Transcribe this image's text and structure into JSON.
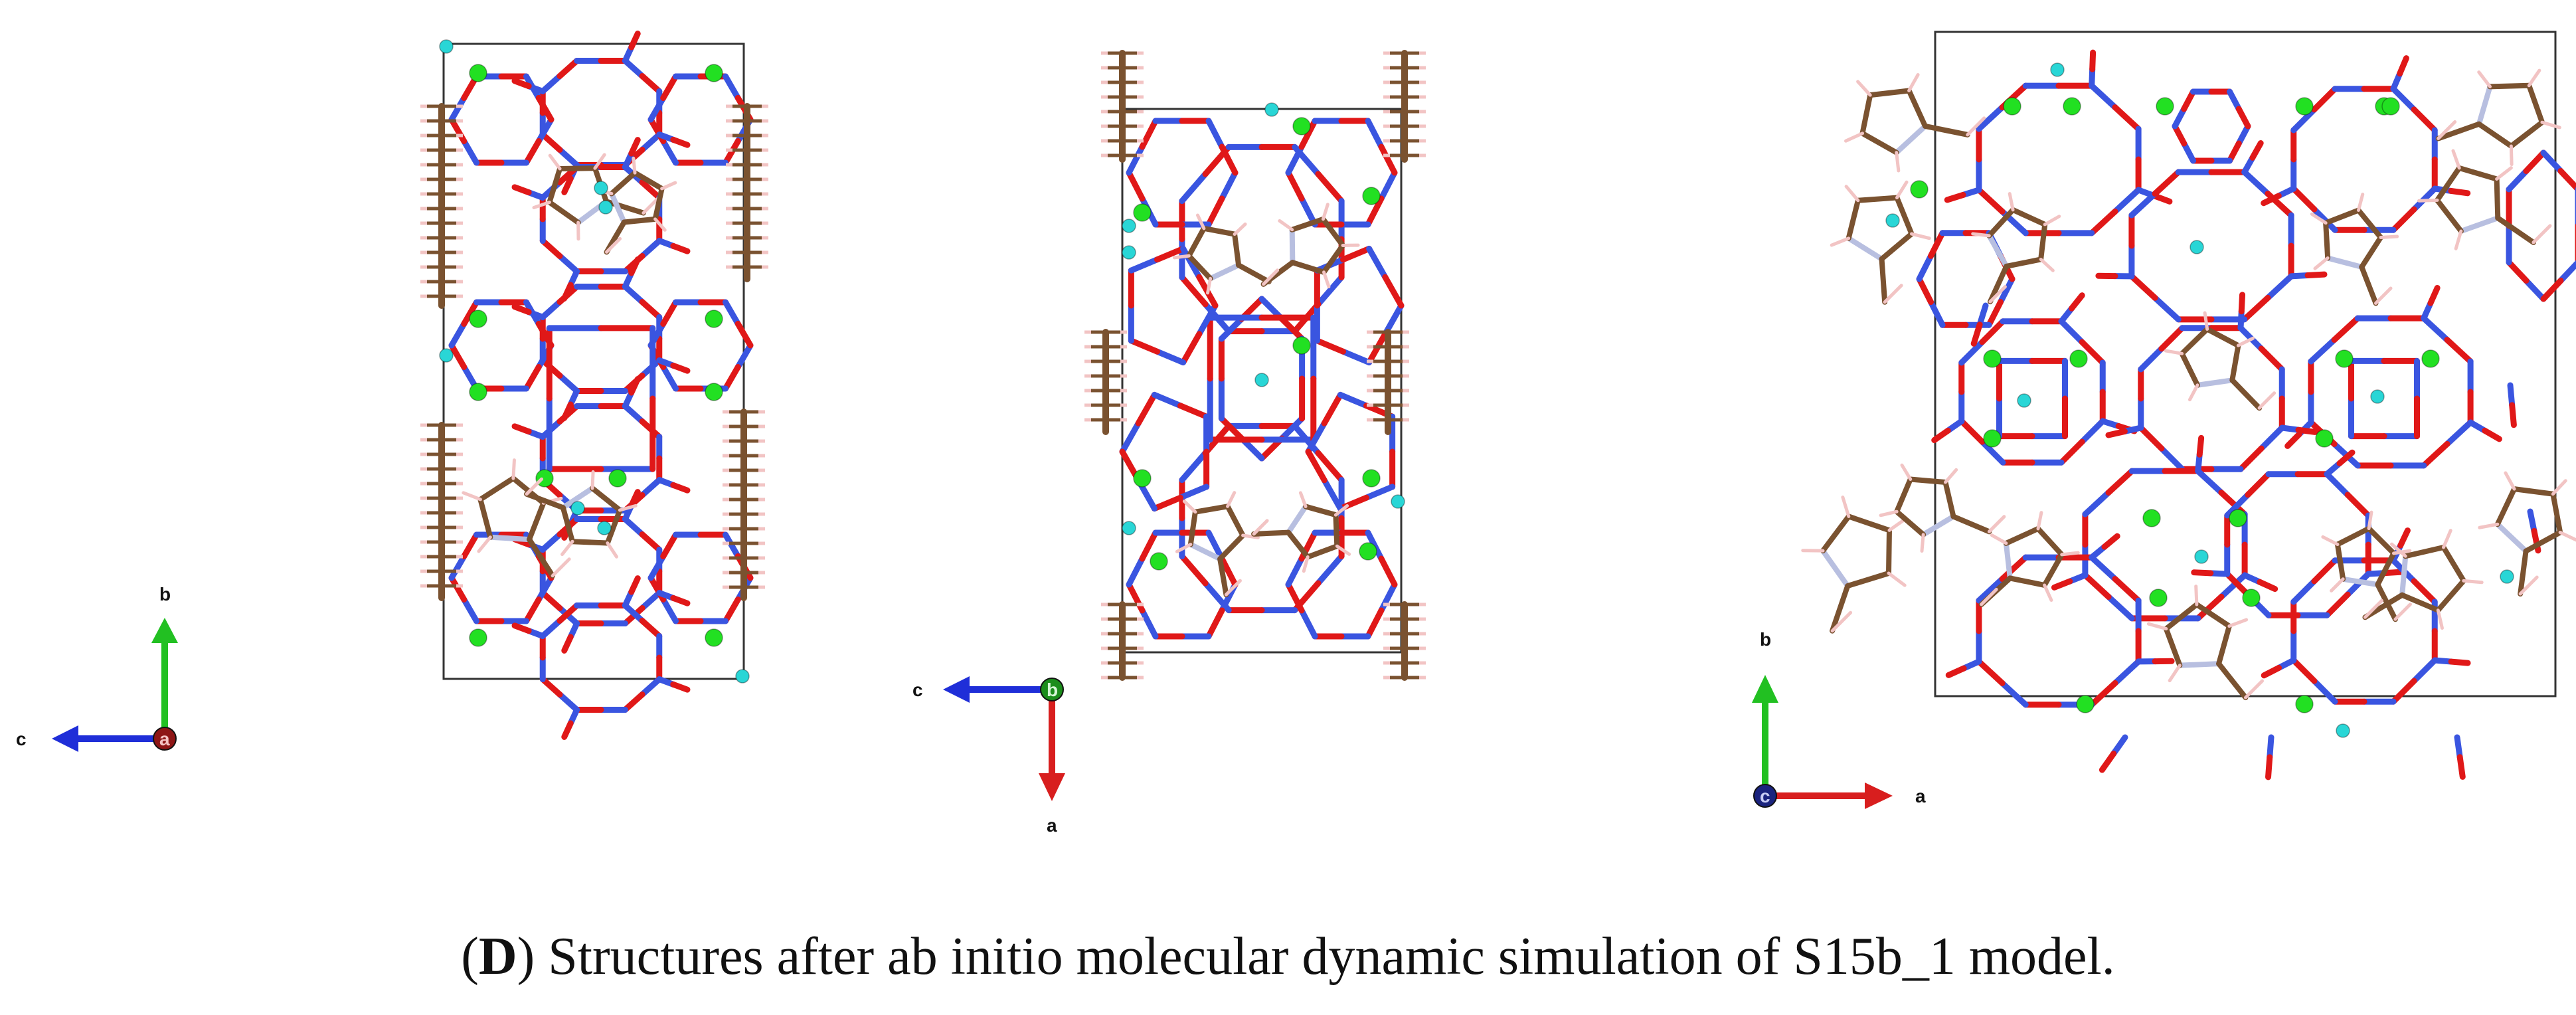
{
  "caption": {
    "open_paren": "(",
    "panel_letter": "D",
    "text": ") Structures after ab initio molecular dynamic simulation of S15b_1 model."
  },
  "views": [
    {
      "axes": {
        "horizontal": "c",
        "vertical": "b",
        "out_of_plane": "a"
      }
    },
    {
      "axes": {
        "horizontal": "c",
        "vertical": "a",
        "out_of_plane": "b"
      }
    },
    {
      "axes": {
        "horizontal": "a",
        "vertical": "b",
        "out_of_plane": "c"
      }
    }
  ],
  "colors": {
    "a_axis": "#d81e1e",
    "b_axis": "#22c022",
    "c_axis": "#1f2ed8",
    "framework_metal": "#3a55e0",
    "framework_oxygen": "#e01818",
    "heteroatom": "#22e022",
    "organic_carbon": "#7a5230",
    "hydrogen": "#f2c4c4",
    "nitrogen": "#b8bfe0",
    "ion": "#29d6d6",
    "cell_edge": "#333333"
  }
}
